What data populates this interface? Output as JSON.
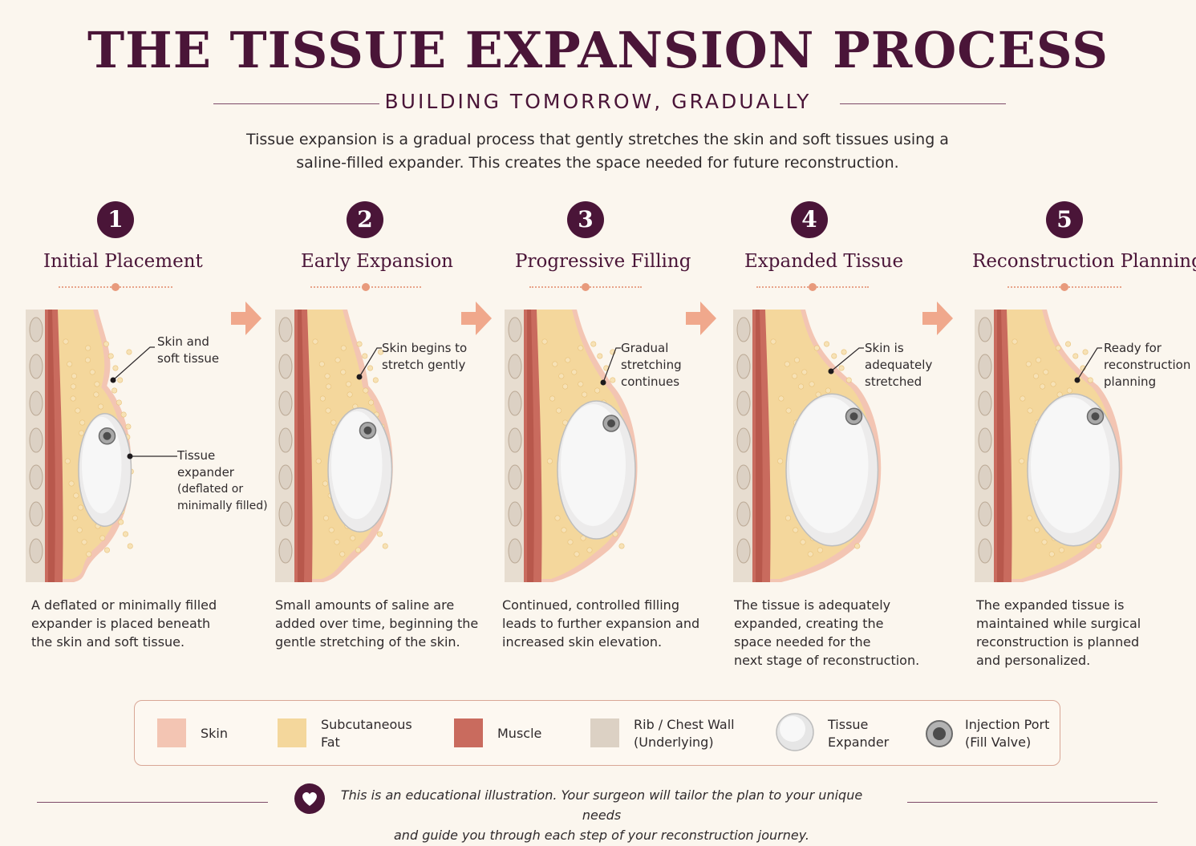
{
  "header": {
    "title": "THE TISSUE EXPANSION PROCESS",
    "subtitle": "BUILDING TOMORROW, GRADUALLY",
    "intro_line1": "Tissue expansion is a gradual process that gently stretches the skin and soft tissues using a",
    "intro_line2": "saline-filled expander. This creates the space needed for future reconstruction."
  },
  "steps": [
    {
      "number": "1",
      "title": "Initial Placement",
      "fill_level": 0.15,
      "callouts": [
        {
          "lines": [
            "Skin and",
            "soft tissue"
          ]
        },
        {
          "lines": [
            "Tissue",
            "expander",
            "(deflated or",
            "minimally filled)"
          ]
        }
      ],
      "desc": [
        "A deflated or minimally filled",
        "expander is placed beneath",
        "the skin and soft tissue."
      ]
    },
    {
      "number": "2",
      "title": "Early Expansion",
      "fill_level": 0.35,
      "callouts": [
        {
          "lines": [
            "Skin begins to",
            "stretch gently"
          ]
        }
      ],
      "desc": [
        "Small amounts of saline are",
        "added over time, beginning the",
        "gentle stretching of the skin."
      ]
    },
    {
      "number": "3",
      "title": "Progressive Filling",
      "fill_level": 0.6,
      "callouts": [
        {
          "lines": [
            "Gradual",
            "stretching",
            "continues"
          ]
        }
      ],
      "desc": [
        "Continued, controlled filling",
        "leads to further expansion and",
        "increased skin elevation."
      ]
    },
    {
      "number": "4",
      "title": "Expanded Tissue",
      "fill_level": 0.85,
      "callouts": [
        {
          "lines": [
            "Skin is",
            "adequately",
            "stretched"
          ]
        }
      ],
      "desc": [
        "The tissue is adequately",
        "expanded, creating the",
        "space needed for the",
        "next stage of reconstruction."
      ]
    },
    {
      "number": "5",
      "title": "Reconstruction Planning",
      "fill_level": 0.85,
      "callouts": [
        {
          "lines": [
            "Ready for",
            "reconstruction",
            "planning"
          ]
        }
      ],
      "desc": [
        "The expanded tissue is",
        "maintained while surgical",
        "reconstruction is planned",
        "and personalized."
      ]
    }
  ],
  "legend": [
    {
      "icon": "skin-swatch",
      "color": "#f3c5b3",
      "lines": [
        "Skin"
      ]
    },
    {
      "icon": "fat-swatch",
      "color": "#f4d79c",
      "lines": [
        "Subcutaneous",
        "Fat"
      ]
    },
    {
      "icon": "muscle-swatch",
      "color": "#c96b5e",
      "lines": [
        "Muscle"
      ]
    },
    {
      "icon": "rib-swatch",
      "color": "#dcd1c4",
      "lines": [
        "Rib / Chest Wall",
        "(Underlying)"
      ]
    },
    {
      "icon": "expander-icon",
      "color": "#eeeeee",
      "lines": [
        "Tissue",
        "Expander"
      ]
    },
    {
      "icon": "injection-port-icon",
      "color": "#6b6b6b",
      "lines": [
        "Injection Port",
        "(Fill Valve)"
      ]
    }
  ],
  "footer": {
    "icon": "heart-icon",
    "line1": "This is an educational illustration. Your surgeon will tailor the plan to your unique needs",
    "line2": "and guide you through each step of your reconstruction journey."
  },
  "colors": {
    "accent": "#4a1538",
    "arrow": "#f0a88c",
    "skin": "#f3c5b3",
    "fat": "#f4d79c",
    "muscle": "#c96b5e",
    "rib": "#dcd1c4"
  }
}
